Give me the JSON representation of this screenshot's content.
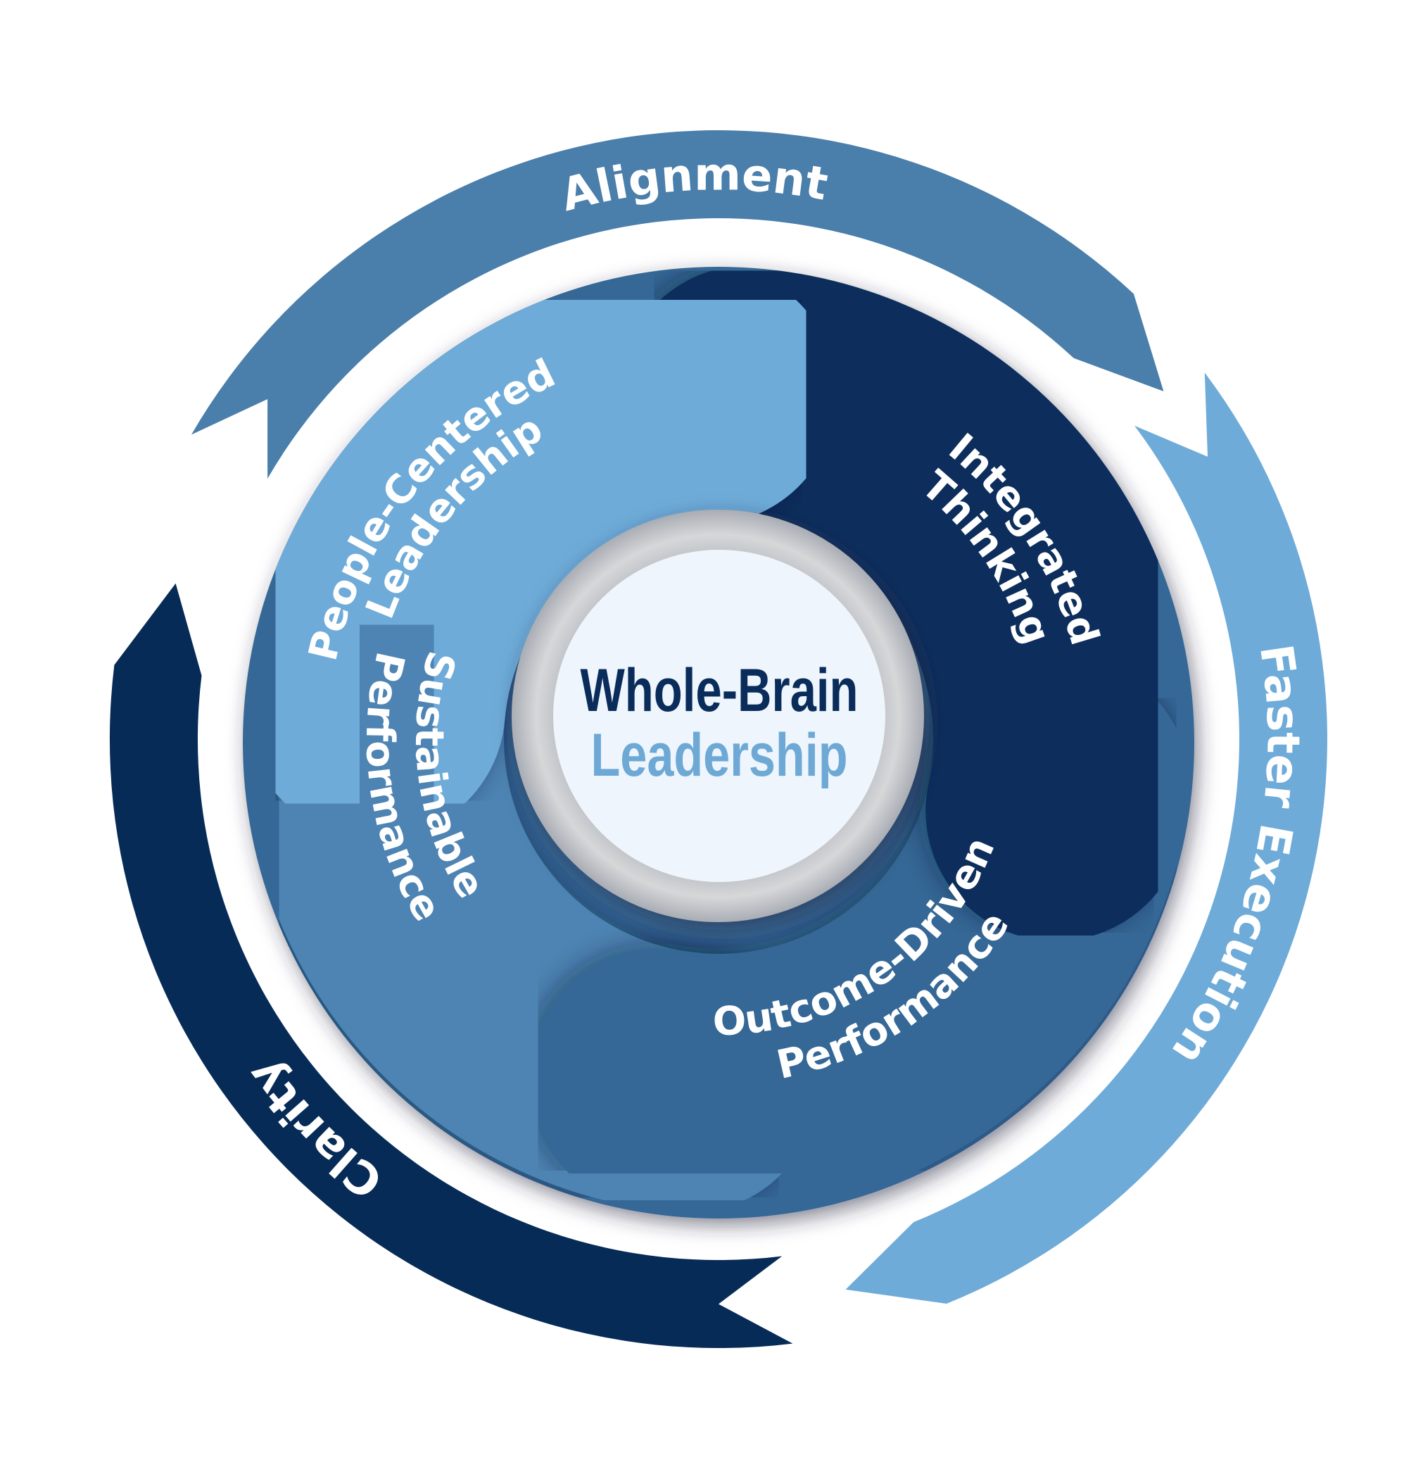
{
  "title": "Whole-Brain Leadership",
  "center": {
    "line1": "Whole-Brain",
    "line2": "Leadership",
    "line1_color": "#0a2c5a",
    "line2_color": "#6ea9d6",
    "fill": "#eef5fd",
    "ring": "#cfd1d4"
  },
  "outer_arrows": [
    {
      "id": "alignment",
      "label": "Alignment",
      "color": "#4a7eab"
    },
    {
      "id": "faster-execution",
      "label": "Faster Execution",
      "color": "#6eabd8"
    },
    {
      "id": "clarity",
      "label": "Clarity",
      "color": "#072b57"
    }
  ],
  "lobes": [
    {
      "id": "people-centered",
      "line1": "People-Centered",
      "line2": "Leadership",
      "color": "#6eabd8"
    },
    {
      "id": "integrated-thinking",
      "line1": "Integrated",
      "line2": "Thinking",
      "color": "#082e5b"
    },
    {
      "id": "outcome-driven",
      "line1": "Outcome-Driven",
      "line2": "Performance",
      "color": "#356896"
    },
    {
      "id": "sustainable",
      "line1": "Sustainable",
      "line2": "Performance",
      "color": "#4e84b3"
    }
  ]
}
